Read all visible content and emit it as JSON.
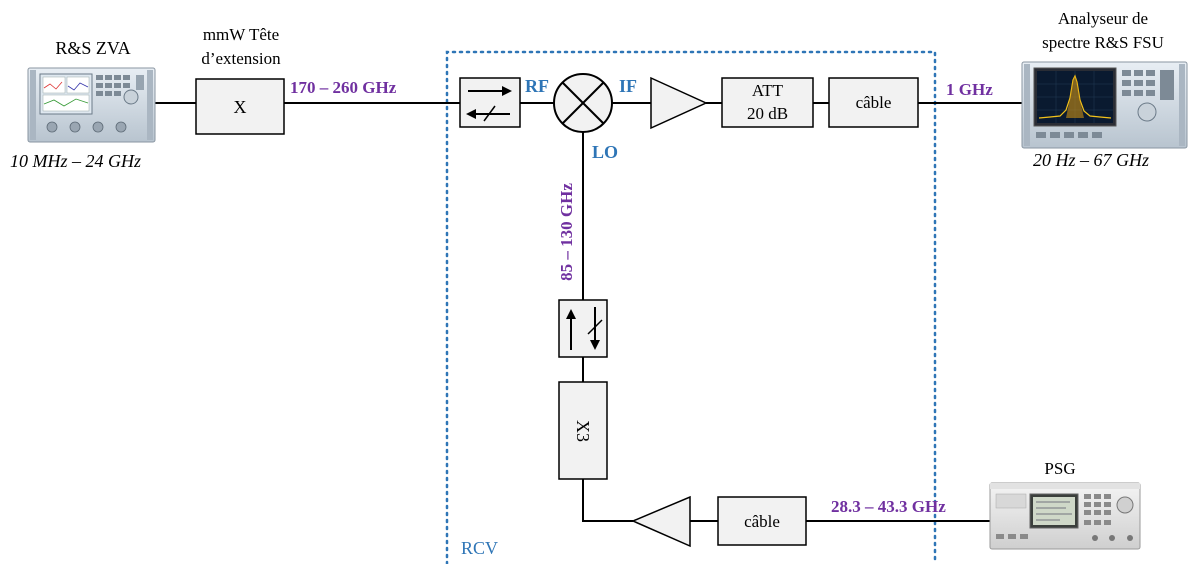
{
  "instruments": {
    "zva": {
      "name": "R&S ZVA",
      "range": "10 MHz – 24 GHz"
    },
    "extension": {
      "label_line1": "mmW Tête",
      "label_line2": "d’extension",
      "box": "X"
    },
    "fsu": {
      "name_line1": "Analyseur de",
      "name_line2": "spectre R&S FSU",
      "range": "20 Hz – 67 GHz"
    },
    "psg": {
      "name": "PSG"
    }
  },
  "frequencies": {
    "rf_band": "170 – 260 GHz",
    "if_freq": "1 GHz",
    "lo_band": "85 – 130 GHz",
    "psg_band": "28.3 – 43.3 GHz"
  },
  "ports": {
    "rf": "RF",
    "if": "IF",
    "lo": "LO"
  },
  "blocks": {
    "attenuator_line1": "ATT",
    "attenuator_line2": "20 dB",
    "cable_if": "câble",
    "cable_psg": "câble",
    "multiplier": "X3"
  },
  "region": {
    "label": "RCV"
  },
  "colors": {
    "frequency_text": "#7030a0",
    "port_text": "#2e75b6",
    "rcv_border": "#2e75b6",
    "block_fill": "#f2f2f2"
  },
  "icons": [
    "isolator-icon",
    "mixer-icon",
    "amplifier-icon",
    "vna-instrument-icon",
    "spectrum-analyzer-icon",
    "signal-generator-icon"
  ]
}
